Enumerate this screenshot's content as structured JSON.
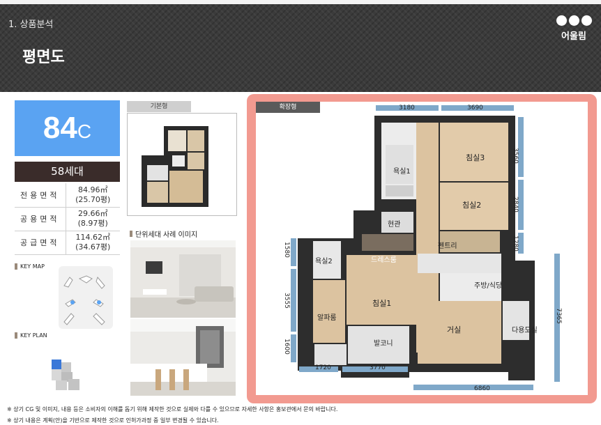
{
  "header": {
    "section": "1. 상품분석",
    "title": "평면도",
    "brand": "어울림"
  },
  "unit_type": {
    "number": "84",
    "letter": "C"
  },
  "households": "58세대",
  "areas": [
    {
      "label": "전용면적",
      "m2": "84.96㎡",
      "pyeong": "(25.70평)"
    },
    {
      "label": "공용면적",
      "m2": "29.66㎡",
      "pyeong": "(8.97평)"
    },
    {
      "label": "공급면적",
      "m2": "114.62㎡",
      "pyeong": "(34.67평)"
    }
  ],
  "key_map_label": "KEY MAP",
  "key_plan_label": "KEY PLAN",
  "basic_type_label": "기본형",
  "example_images_label": "단위세대 사례 이미지",
  "expanded_type_label": "확장형",
  "rooms": {
    "bath1": "욕실1",
    "bedroom3": "침실3",
    "bedroom2": "침실2",
    "entrance": "현관",
    "pantry": "펜트리",
    "bath2": "욕실2",
    "dressroom": "드레스룸",
    "kitchen": "주방/식당",
    "bedroom1": "침실1",
    "alpha": "알파룸",
    "living": "거실",
    "utility": "다용도실",
    "balcony": "발코니"
  },
  "dimensions": {
    "top_left": "3180",
    "top_right": "3690",
    "right_1": "3560",
    "right_2": "2840",
    "right_3": "1280",
    "right_total": "7365",
    "left_1": "1580",
    "left_2": "3555",
    "left_3": "1600",
    "bottom_left": "1720",
    "bottom_mid": "3770",
    "bottom_right": "6860"
  },
  "footnotes": [
    "※ 상기 CG 및 이미지, 내용 등은 소비자의 이해를 돕기 위해 제작한 것으로 실제와 다를 수 있으므로 자세한 사항은 홍보관에서 문의 바랍니다.",
    "※ 상기 내용은 계획(안)을 기반으로 제작한 것으로 인허가과정 중 일부 변경될 수 있습니다."
  ],
  "colors": {
    "accent_blue": "#5aa3f2",
    "households_bg": "#3a2c2a",
    "plan_frame": "#f29a90",
    "dimension_arrow": "#7fa8c9"
  }
}
